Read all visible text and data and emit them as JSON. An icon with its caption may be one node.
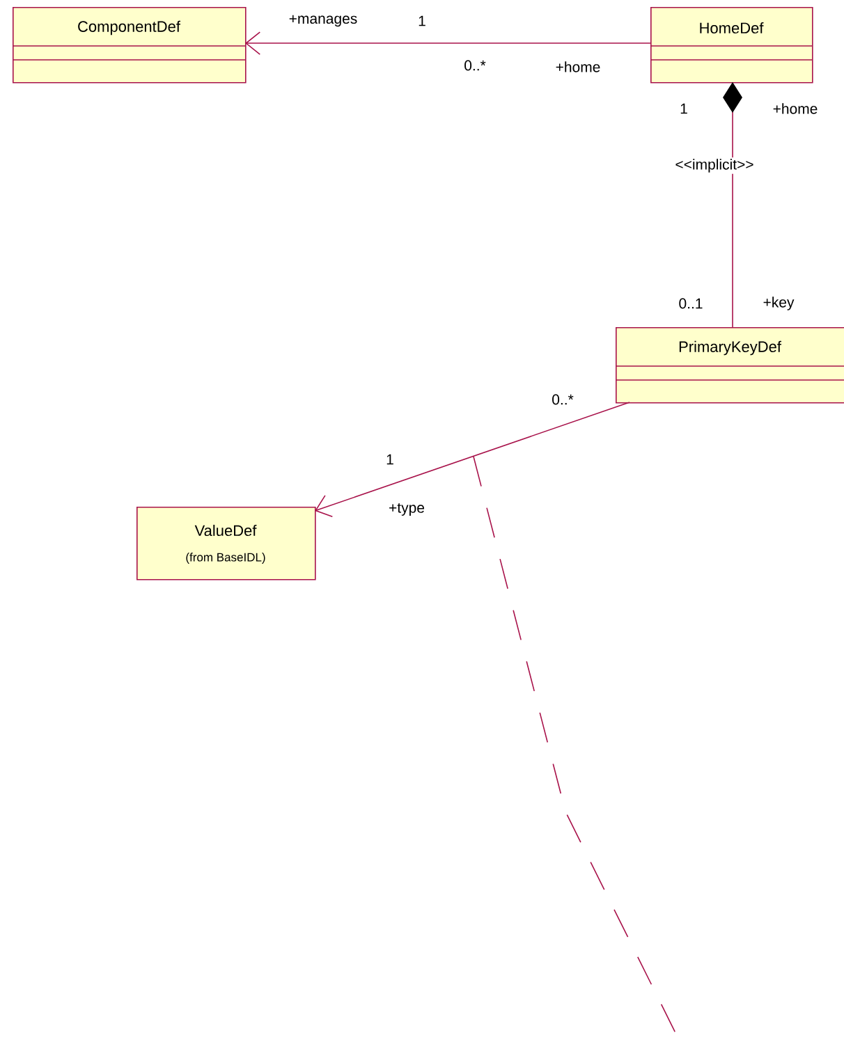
{
  "diagram": {
    "nodes": [
      {
        "text": [
          "ComponentDef"
        ]
      },
      {
        "text": [
          "HomeDef"
        ]
      },
      {
        "text": [
          "PrimaryKeyDef"
        ]
      },
      {
        "text": [
          "ValueDef",
          "(from BaseIDL)"
        ]
      }
    ],
    "edges": [
      {
        "from": 1,
        "to": 0,
        "arrow": "to"
      },
      {
        "from": 1,
        "to": 2,
        "arrow": "other",
        "label": "<<implicit>>"
      },
      {
        "from": 2,
        "to": 3,
        "arrow": "to"
      }
    ],
    "labels": [
      "+manages",
      "1",
      "0..*",
      "+home",
      "1",
      "+home",
      "0..1",
      "+key",
      "0..*",
      "1",
      "+type"
    ]
  }
}
